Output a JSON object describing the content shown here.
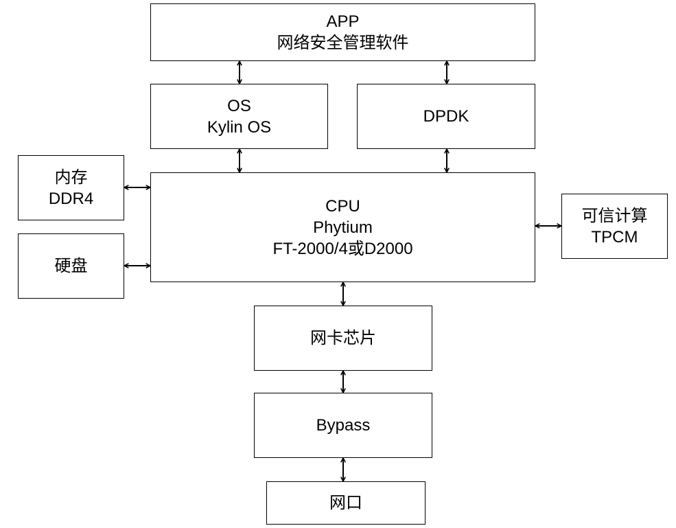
{
  "diagram": {
    "colors": {
      "stroke": "#000000",
      "background": "#ffffff"
    },
    "nodes": [
      {
        "id": "app",
        "lines": [
          "APP",
          "网络安全管理软件"
        ]
      },
      {
        "id": "os",
        "lines": [
          "OS",
          "Kylin OS"
        ]
      },
      {
        "id": "dpdk",
        "lines": [
          "DPDK"
        ]
      },
      {
        "id": "memory",
        "lines": [
          "内存",
          "DDR4"
        ]
      },
      {
        "id": "disk",
        "lines": [
          "硬盘"
        ]
      },
      {
        "id": "cpu",
        "lines": [
          "CPU",
          "Phytium",
          "FT-2000/4或D2000"
        ]
      },
      {
        "id": "tpcm",
        "lines": [
          "可信计算",
          "TPCM"
        ]
      },
      {
        "id": "nic",
        "lines": [
          "网卡芯片"
        ]
      },
      {
        "id": "bypass",
        "lines": [
          "Bypass"
        ]
      },
      {
        "id": "port",
        "lines": [
          "网口"
        ]
      }
    ],
    "connections": [
      {
        "from": "app",
        "to": "os",
        "direction": "both"
      },
      {
        "from": "app",
        "to": "dpdk",
        "direction": "both"
      },
      {
        "from": "os",
        "to": "cpu",
        "direction": "both"
      },
      {
        "from": "dpdk",
        "to": "cpu",
        "direction": "both"
      },
      {
        "from": "memory",
        "to": "cpu",
        "direction": "both"
      },
      {
        "from": "disk",
        "to": "cpu",
        "direction": "both"
      },
      {
        "from": "cpu",
        "to": "tpcm",
        "direction": "both"
      },
      {
        "from": "cpu",
        "to": "nic",
        "direction": "both"
      },
      {
        "from": "nic",
        "to": "bypass",
        "direction": "both"
      },
      {
        "from": "bypass",
        "to": "port",
        "direction": "both"
      }
    ]
  }
}
